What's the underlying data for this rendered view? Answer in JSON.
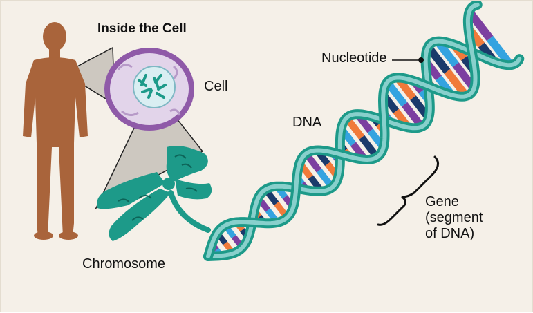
{
  "title": "Inside the Cell",
  "labels": {
    "cell": "Cell",
    "dna": "DNA",
    "nucleotide": "Nucleotide",
    "chromosome": "Chromosome",
    "gene_lines": [
      "Gene",
      "(segment",
      "of DNA)"
    ]
  },
  "colors": {
    "background": "#f5f0e8",
    "human_figure": "#a9643b",
    "cell_membrane": "#8f5aa8",
    "cytoplasm": "#e2d4ea",
    "nucleus": "#d9eef2",
    "chromosome": "#1d9a89",
    "dna_backbone": "#1d9a89",
    "dna_backbone_light": "#88d0cc",
    "zoom_fill": "#cdc8c0",
    "base_colors": [
      "#1b3a6b",
      "#34a3e0",
      "#f07a3a",
      "#7c3fa0"
    ]
  },
  "icons": [
    "human-figure-icon",
    "cell-icon",
    "chromosome-icon",
    "dna-helix-icon",
    "brace-icon"
  ]
}
